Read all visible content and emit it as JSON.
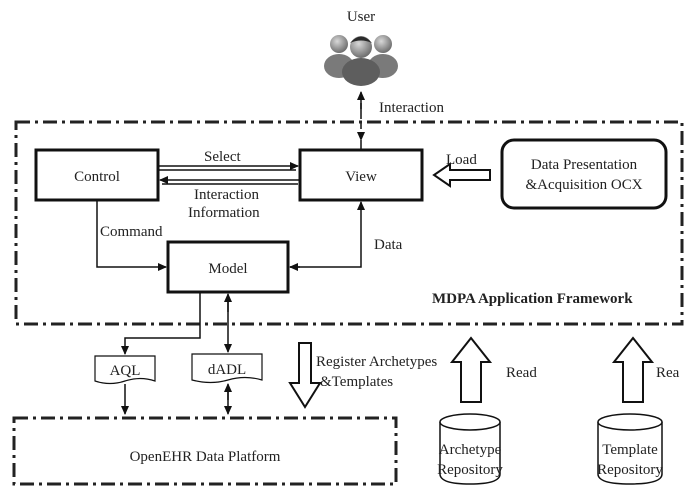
{
  "user": {
    "label": "User",
    "interaction": "Interaction"
  },
  "framework": {
    "title": "MDPA Application Framework"
  },
  "nodes": {
    "control": "Control",
    "view": "View",
    "model": "Model",
    "ocx": [
      "Data Presentation",
      "&Acquisition OCX"
    ]
  },
  "edges": {
    "select": "Select",
    "interaction_info": [
      "Interaction",
      "Information"
    ],
    "command": "Command",
    "data": "Data",
    "load": "Load"
  },
  "docs": {
    "aql": "AQL",
    "dadl": "dADL"
  },
  "register": [
    "Register Archetypes",
    "&Templates"
  ],
  "platform": "OpenEHR Data Platform",
  "read_left": "Read",
  "read_right": "Rea",
  "repos": {
    "archetype": [
      "Archetype",
      "Repository"
    ],
    "template": [
      "Template",
      "Repository"
    ]
  },
  "colors": {
    "stroke": "#111111",
    "user_gray": "#8a8a8a"
  }
}
